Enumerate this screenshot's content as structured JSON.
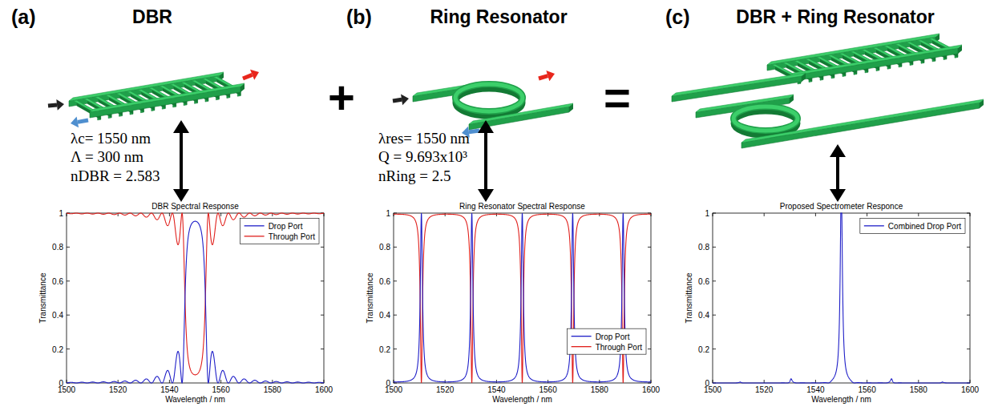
{
  "diagram": {
    "labels": [
      "(a)",
      "DBR",
      "(b)",
      "Ring Resonator",
      "(c)",
      "DBR + Ring Resonator",
      "+",
      "=",
      "λc= 1550 nm",
      "Λ = 300 nm",
      "nDBR = 2.583",
      "λres= 1550 nm",
      "Q = 9.693x10³",
      "nRing = 2.5",
      "DBR Spectral Response",
      "Transmittance",
      "Wavelength / nm",
      "0",
      "0.2",
      "0.4",
      "0.6",
      "0.8",
      "1",
      "1500",
      "1520",
      "1540",
      "1560",
      "1580",
      "1600",
      "Ring Resonator Spectral Response",
      "Transmittance",
      "Wavelength / nm",
      "0",
      "0.2",
      "0.4",
      "0.6",
      "0.8",
      "1",
      "1500",
      "1520",
      "1540",
      "1560",
      "1580",
      "1600",
      "Proposed Spectrometer Responce",
      "Transmittance",
      "Wavelength / nm",
      "0",
      "0.2",
      "0.4",
      "0.6",
      "0.8",
      "1",
      "1500",
      "1520",
      "1540",
      "1560",
      "1580",
      "1600"
    ],
    "legend": [
      {
        "text": "Drop Port"
      },
      {
        "text": "Through Port"
      },
      {
        "text": "Drop Port"
      },
      {
        "text": "Through Port"
      },
      {
        "text": "Combined Drop Port"
      }
    ]
  }
}
